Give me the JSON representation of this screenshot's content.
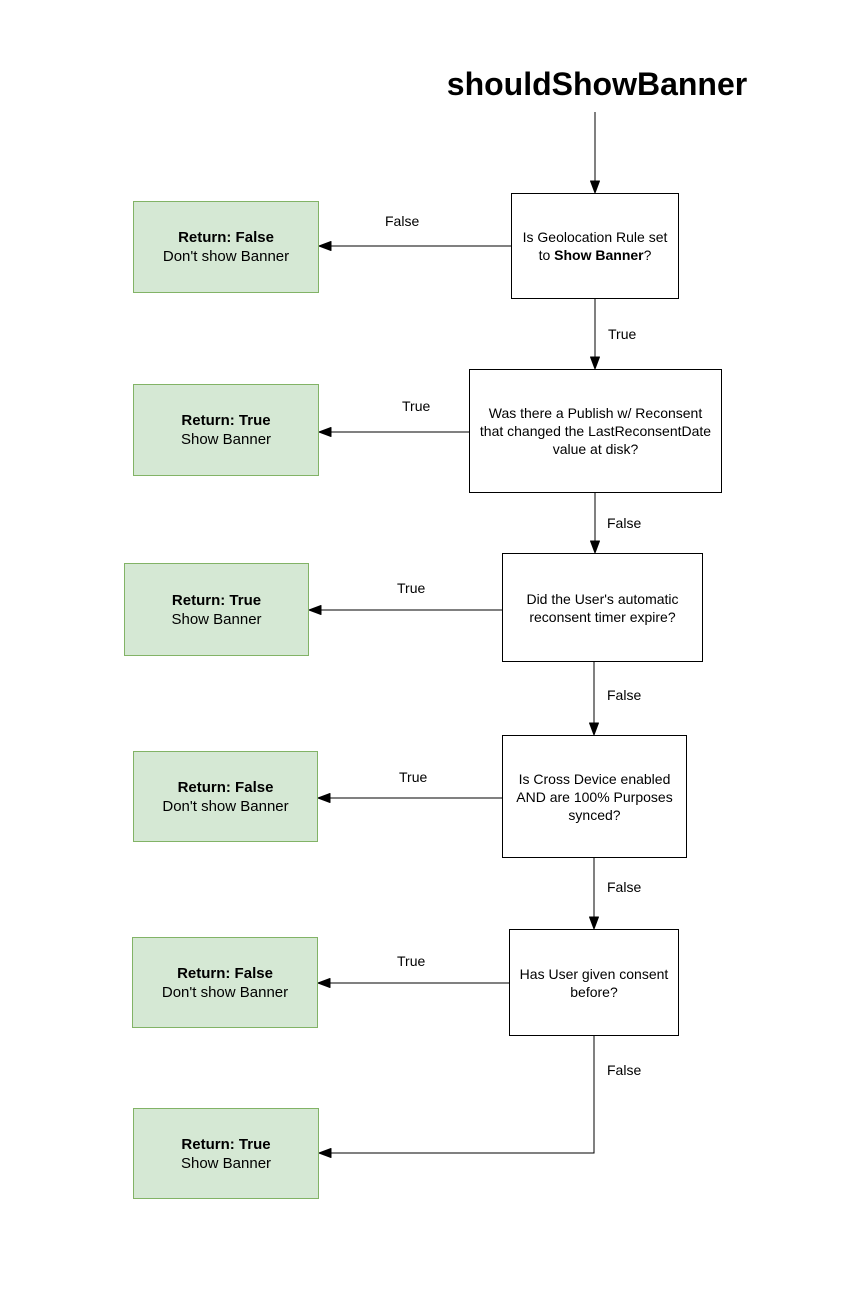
{
  "title": "shouldShowBanner",
  "colors": {
    "return_fill": "#d5e8d4",
    "return_border": "#82b366",
    "decision_fill": "#ffffff",
    "decision_border": "#000000",
    "line": "#000000"
  },
  "decisions": [
    {
      "prefix": "Is Geolocation Rule set to ",
      "bold": "Show Banner",
      "suffix": "?"
    },
    {
      "text": "Was there a Publish w/ Reconsent that changed the LastReconsentDate value at disk?"
    },
    {
      "text": "Did the User's automatic reconsent timer expire?"
    },
    {
      "text": "Is Cross Device enabled AND are 100% Purposes synced?"
    },
    {
      "text": "Has User given consent before?"
    }
  ],
  "returns": [
    {
      "result": "Return: False",
      "caption": "Don't show Banner"
    },
    {
      "result": "Return: True",
      "caption": "Show Banner"
    },
    {
      "result": "Return: True",
      "caption": "Show Banner"
    },
    {
      "result": "Return: False",
      "caption": "Don't show Banner"
    },
    {
      "result": "Return: False",
      "caption": "Don't show Banner"
    },
    {
      "result": "Return: True",
      "caption": "Show Banner"
    }
  ],
  "edge_labels": [
    "False",
    "True",
    "True",
    "False",
    "True",
    "False",
    "True",
    "False",
    "True",
    "False"
  ]
}
